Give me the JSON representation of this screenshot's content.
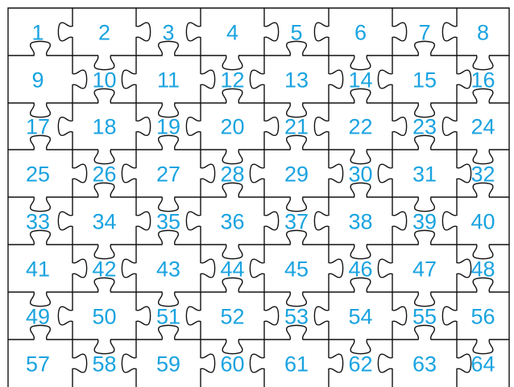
{
  "puzzle": {
    "rows": 8,
    "cols": 8,
    "pieces": [
      "1",
      "2",
      "3",
      "4",
      "5",
      "6",
      "7",
      "8",
      "9",
      "10",
      "11",
      "12",
      "13",
      "14",
      "15",
      "16",
      "17",
      "18",
      "19",
      "20",
      "21",
      "22",
      "23",
      "24",
      "25",
      "26",
      "27",
      "28",
      "29",
      "30",
      "31",
      "32",
      "33",
      "34",
      "35",
      "36",
      "37",
      "38",
      "39",
      "40",
      "41",
      "42",
      "43",
      "44",
      "45",
      "46",
      "47",
      "48",
      "49",
      "50",
      "51",
      "52",
      "53",
      "54",
      "55",
      "56",
      "57",
      "58",
      "59",
      "60",
      "61",
      "62",
      "63",
      "64"
    ]
  },
  "colors": {
    "number": "#1aa3e0",
    "line": "#111111",
    "background": "#ffffff"
  }
}
